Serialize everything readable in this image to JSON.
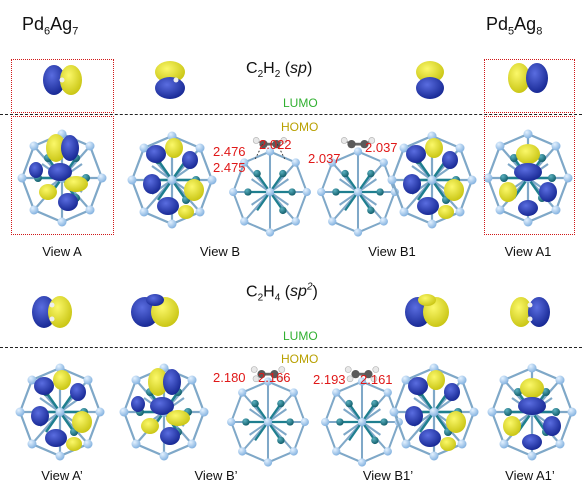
{
  "header": {
    "left_cluster": {
      "a": "Pd",
      "n1": "6",
      "b": "Ag",
      "n2": "7"
    },
    "right_cluster": {
      "a": "Pd",
      "n1": "5",
      "b": "Ag",
      "n2": "8"
    }
  },
  "c2h2": {
    "c": "C",
    "n1": "2",
    "h": "H",
    "n2": "2",
    "hyb": "sp"
  },
  "c2h4": {
    "c": "C",
    "n1": "2",
    "h": "H",
    "n2": "4",
    "hyb": "sp",
    "sup": "2"
  },
  "orbitals": {
    "lumo": "LUMO",
    "homo": "HOMO"
  },
  "views_top": [
    "View A",
    "View B",
    "View B1",
    "View A1"
  ],
  "views_bottom": [
    "View A’",
    "View B’",
    "View B1’",
    "View A1’"
  ],
  "bonds_top": [
    "2.476",
    "2.022",
    "2.475",
    "2.037",
    "2.037"
  ],
  "bonds_bottom": [
    "2.180",
    "2.166",
    "2.193",
    "2.161"
  ],
  "colors": {
    "lobe_blue": "#1a2ea8",
    "lobe_yellow": "#e4e020",
    "ag_atom": "#a9cdf0",
    "pd_atom": "#1f7f8f",
    "carbon": "#555555",
    "hydrogen": "#e6e6e6",
    "bond_label": "#e01818",
    "lumo_label": "#30b030",
    "homo_label": "#b8a000"
  }
}
